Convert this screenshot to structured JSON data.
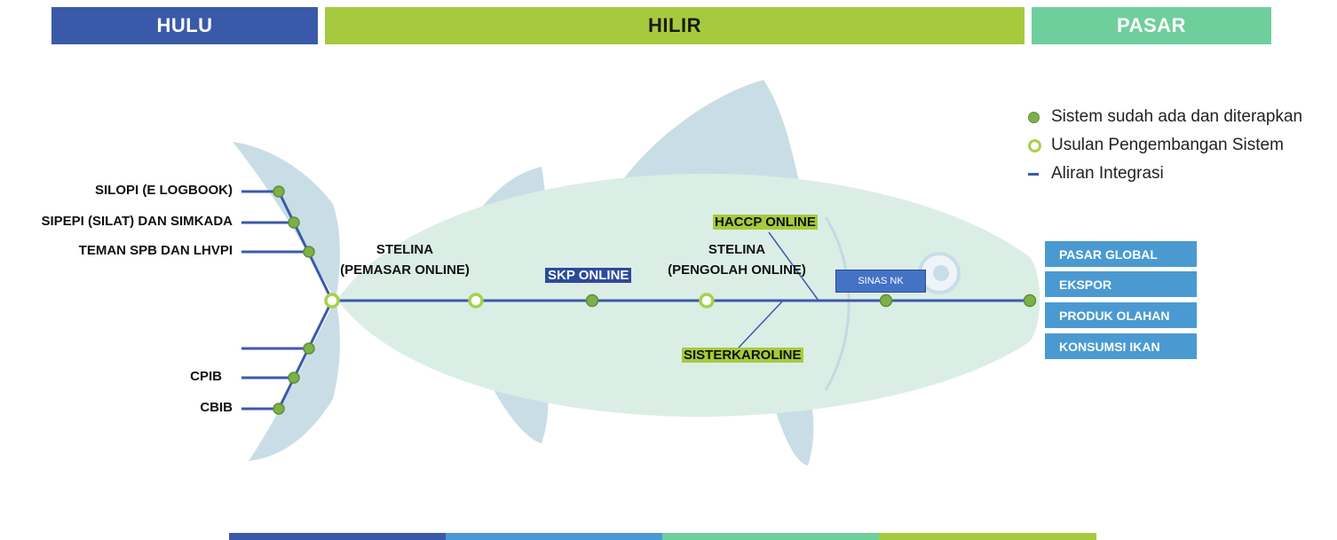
{
  "bands": {
    "hulu": "HULU",
    "hilir": "HILIR",
    "pasar": "PASAR"
  },
  "legend": [
    {
      "symbol": "filled-dot",
      "text": "Sistem sudah ada dan diterapkan"
    },
    {
      "symbol": "open-dot",
      "text": "Usulan Pengembangan Sistem"
    },
    {
      "symbol": "line",
      "text": "Aliran Integrasi"
    }
  ],
  "upstream": {
    "silopi": "SILOPI (E LOGBOOK)",
    "sipepi": "SIPEPI (SILAT)  DAN SIMKADA",
    "teman": "TEMAN SPB DAN LHVPI",
    "cpib": "CPIB",
    "cbib": "CBIB"
  },
  "spine": {
    "stelina_pemasar_1": "STELINA",
    "stelina_pemasar_2": "(PEMASAR ONLINE)",
    "skp_online": "SKP ONLINE",
    "stelina_pengolah_1": "STELINA",
    "stelina_pengolah_2": "(PENGOLAH ONLINE)",
    "haccp_online": "HACCP ONLINE",
    "sisterkaroline": "SISTERKAROLINE",
    "sinas_nk": "SINAS NK"
  },
  "markets": [
    "PASAR GLOBAL",
    "EKSPOR",
    "PRODUK OLAHAN",
    "KONSUMSI IKAN"
  ],
  "colors": {
    "hulu": "#3a5aa9",
    "hilir": "#a6ca3d",
    "pasar": "#6fcf9c",
    "flow_line": "#3a5aa9",
    "node_filled": "#7db04a",
    "node_open": "#a6d14a",
    "market_box": "#4a9ad1",
    "fish_body": "#dbeee6",
    "fish_fin": "#c9dde6"
  },
  "bottom_bar_colors": [
    "#3a5aa9",
    "#4a9ad1",
    "#6fcf9c",
    "#a6ca3d"
  ]
}
